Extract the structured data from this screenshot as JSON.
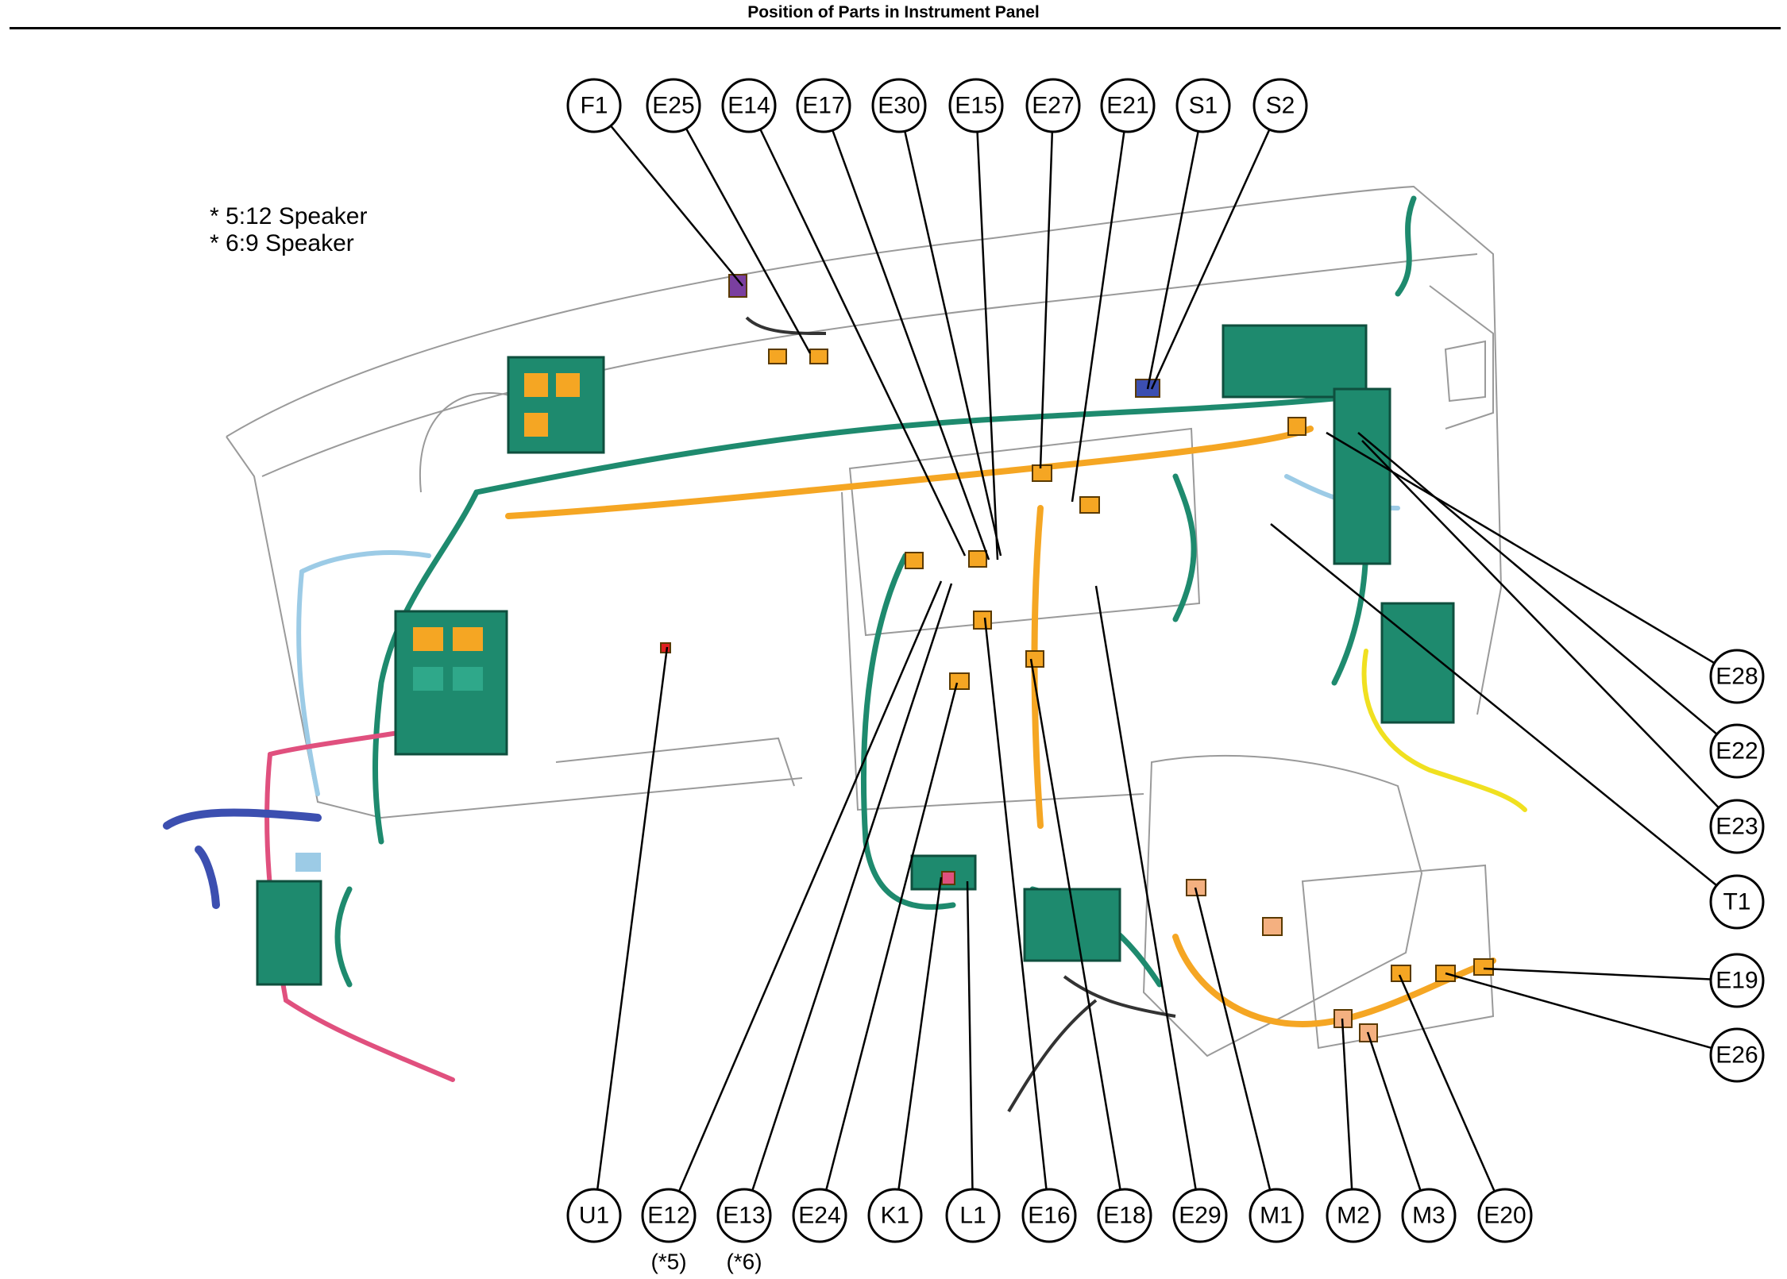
{
  "title": "Position of Parts in Instrument Panel",
  "notes": [
    "* 5:12 Speaker",
    "* 6:9 Speaker"
  ],
  "connectors": {
    "top": [
      "F1",
      "E25",
      "E14",
      "E17",
      "E30",
      "E15",
      "E27",
      "E21",
      "S1",
      "S2"
    ],
    "right": [
      "E28",
      "E22",
      "E23",
      "T1",
      "E19",
      "E26"
    ],
    "bottom": [
      "U1",
      "E12",
      "E13",
      "E24",
      "K1",
      "L1",
      "E16",
      "E18",
      "E29",
      "M1",
      "M2",
      "M3",
      "E20"
    ]
  },
  "footnotes": {
    "E12": "(*5)",
    "E13": "(*6)"
  },
  "colors": {
    "harness_green": "#1e8a6e",
    "harness_orange": "#f5a623",
    "harness_blue": "#9ccbe6",
    "harness_pink": "#e0507e",
    "harness_yellow": "#f0e020",
    "harness_peach": "#f4b080",
    "harness_purple": "#7a3fa0",
    "harness_navy": "#3c4fb0",
    "outline": "#9a9a9a"
  }
}
